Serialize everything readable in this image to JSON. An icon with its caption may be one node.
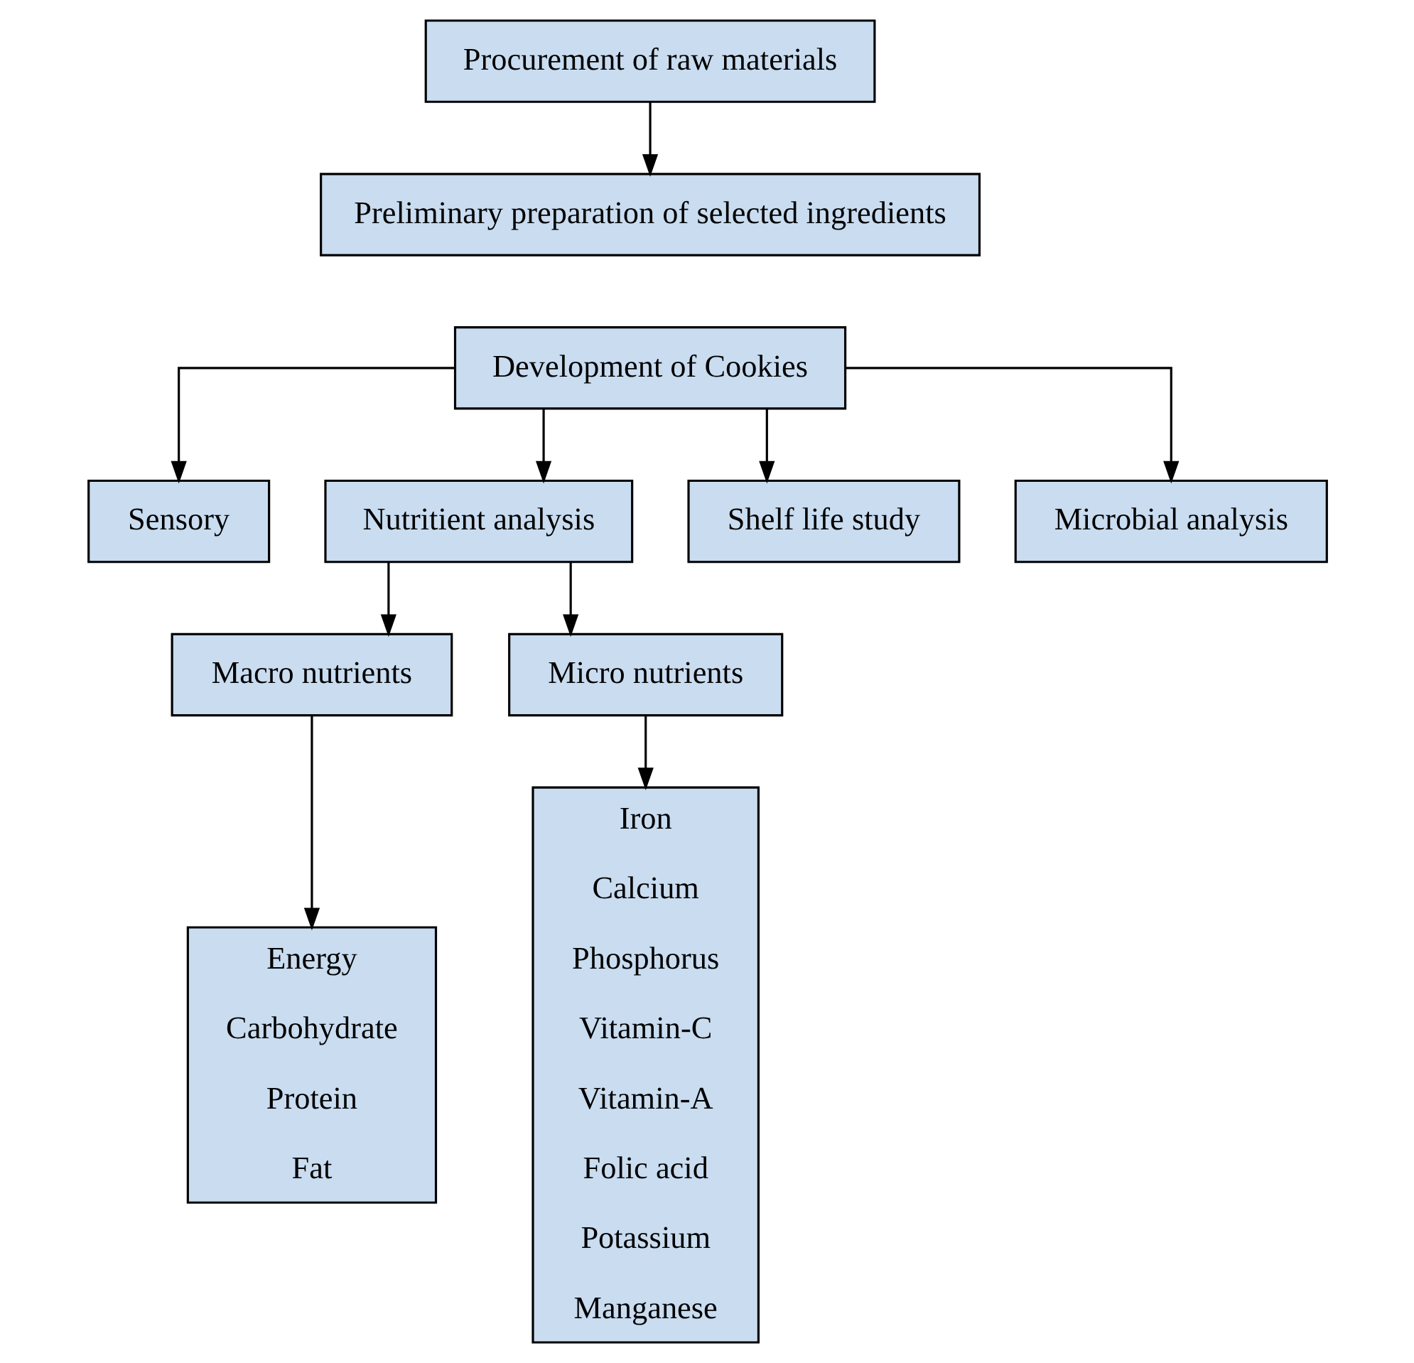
{
  "diagram": {
    "nodes": [
      {
        "text": [
          "Procurement of raw materials"
        ]
      },
      {
        "text": [
          "Preliminary preparation of selected ingredients"
        ]
      },
      {
        "text": [
          "Development of Cookies"
        ]
      },
      {
        "text": [
          "Sensory"
        ]
      },
      {
        "text": [
          "Nutritient analysis"
        ]
      },
      {
        "text": [
          "Shelf life study"
        ]
      },
      {
        "text": [
          "Microbial analysis"
        ]
      },
      {
        "text": [
          "Macro nutrients"
        ]
      },
      {
        "text": [
          "Micro nutrients"
        ]
      },
      {
        "text": [
          "Energy",
          "Carbohydrate",
          "Protein",
          "Fat"
        ]
      },
      {
        "text": [
          "Iron",
          "Calcium",
          "Phosphorus",
          "Vitamin-C",
          "Vitamin-A",
          "Folic acid",
          "Potassium",
          "Manganese"
        ]
      }
    ],
    "edges": [
      {
        "from": 0,
        "to": 1,
        "arrow": "to"
      },
      {
        "from": 2,
        "to": 3,
        "arrow": "to"
      },
      {
        "from": 2,
        "to": 4,
        "arrow": "to"
      },
      {
        "from": 2,
        "to": 5,
        "arrow": "to"
      },
      {
        "from": 2,
        "to": 6,
        "arrow": "to"
      },
      {
        "from": 4,
        "to": 7,
        "arrow": "to"
      },
      {
        "from": 4,
        "to": 8,
        "arrow": "to"
      },
      {
        "from": 7,
        "to": 9,
        "arrow": "to"
      },
      {
        "from": 8,
        "to": 10,
        "arrow": "to"
      }
    ]
  }
}
